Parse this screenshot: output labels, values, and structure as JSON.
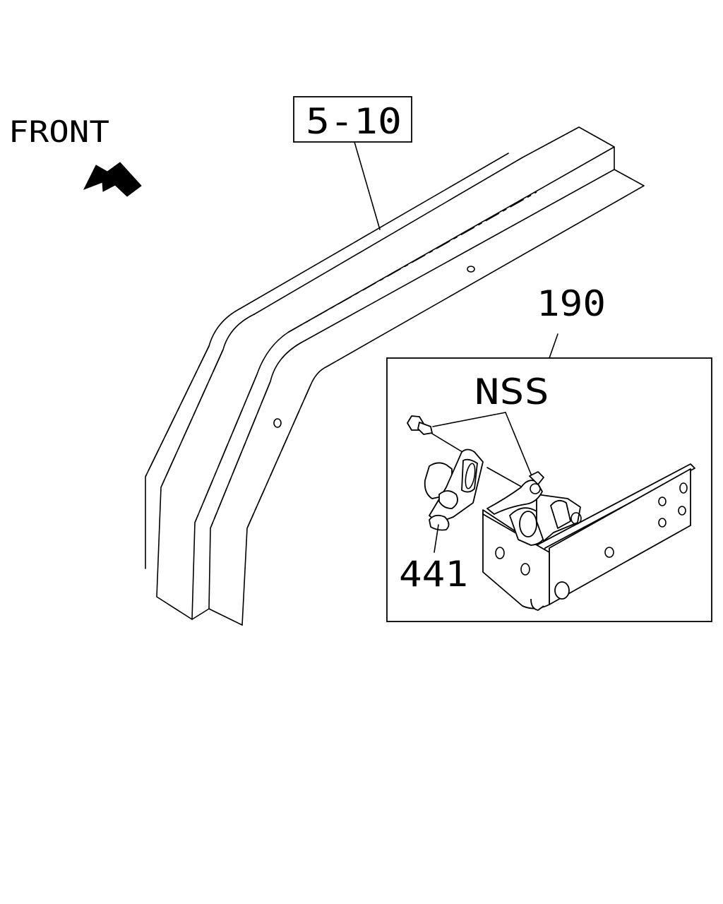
{
  "labels": {
    "front": "FRONT",
    "ref_box": "5-10",
    "assembly": "190",
    "nss": "NSS",
    "part_441": "441"
  }
}
